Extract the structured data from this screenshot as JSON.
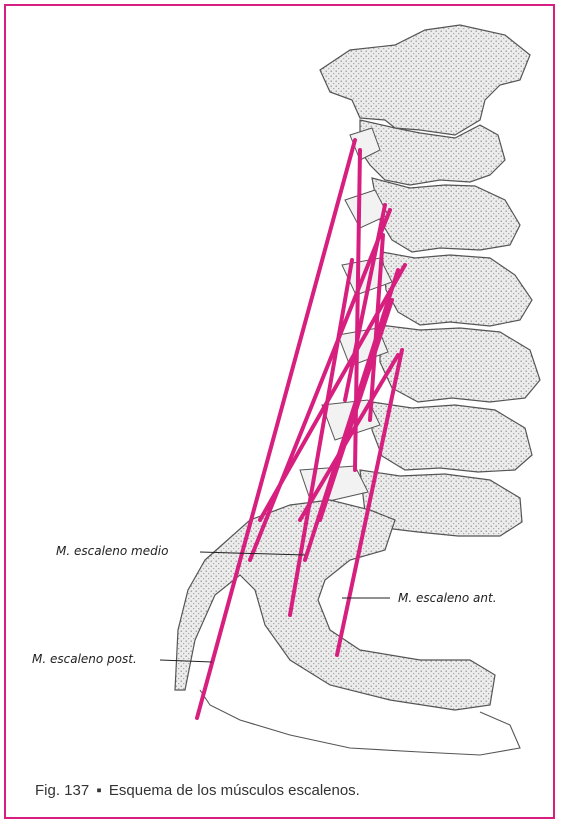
{
  "labels": {
    "medio": "M. escaleno medio",
    "ant": "M. escaleno ant.",
    "post": "M. escaleno post."
  },
  "caption": {
    "fig": "Fig. 137",
    "bullet": "▪",
    "text": "Esquema de los músculos escalenos."
  },
  "colors": {
    "frame": "#d61f7e",
    "muscle": "#d61f7e",
    "bone_fill": "#e6e6e6",
    "bone_stroke": "#555555"
  }
}
